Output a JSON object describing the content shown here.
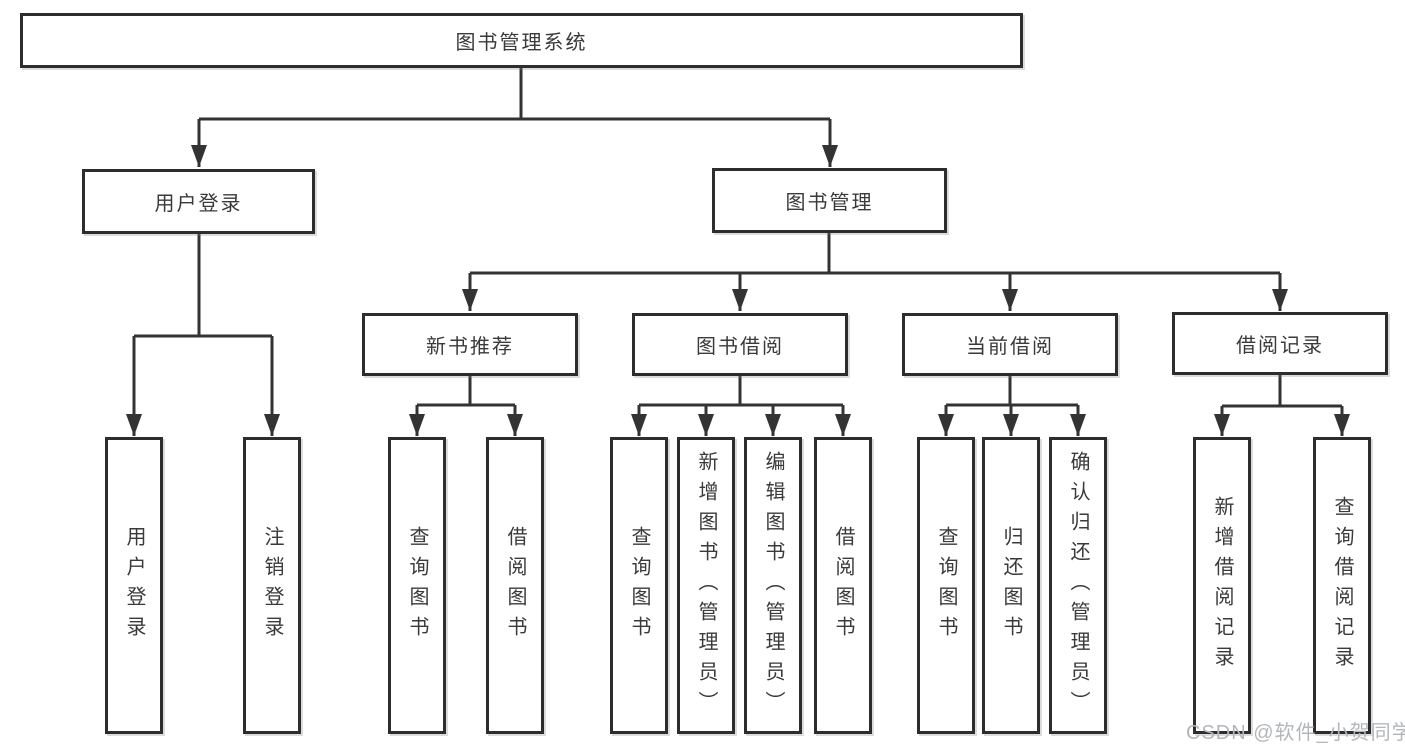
{
  "colors": {
    "line": "#333333",
    "box_border": "#2d2d2d",
    "text": "#3a3a3a",
    "watermark": "#b3b7bb",
    "background": "#ffffff"
  },
  "tree": {
    "root": {
      "label": "图书管理系统"
    },
    "branches": [
      {
        "label": "用户登录",
        "children": [
          {
            "label": "用户登录"
          },
          {
            "label": "注销登录"
          }
        ]
      },
      {
        "label": "图书管理",
        "children": [
          {
            "label": "新书推荐",
            "children": [
              {
                "label": "查询图书"
              },
              {
                "label": "借阅图书"
              }
            ]
          },
          {
            "label": "图书借阅",
            "children": [
              {
                "label": "查询图书"
              },
              {
                "label": "新增图书（管理员）"
              },
              {
                "label": "编辑图书（管理员）"
              },
              {
                "label": "借阅图书"
              }
            ]
          },
          {
            "label": "当前借阅",
            "children": [
              {
                "label": "查询图书"
              },
              {
                "label": "归还图书"
              },
              {
                "label": "确认归还（管理员）"
              }
            ]
          },
          {
            "label": "借阅记录",
            "children": [
              {
                "label": "新增借阅记录"
              },
              {
                "label": "查询借阅记录"
              }
            ]
          }
        ]
      }
    ]
  },
  "watermark": {
    "text": "CSDN @软件_小贺同学"
  }
}
